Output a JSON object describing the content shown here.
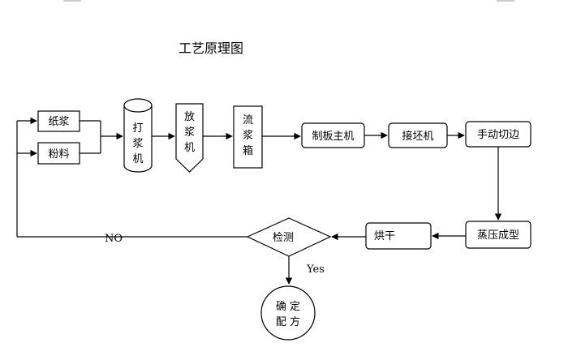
{
  "title": "工艺原理图",
  "nodes": {
    "paper_pulp": "纸浆",
    "powder": "粉料",
    "beater": "打浆机",
    "discharge": "放浆机",
    "flow_box": "流浆箱",
    "main_machine": "制板主机",
    "blank_receiver": "接坯机",
    "manual_trim": "手动切边",
    "steam_press": "蒸压成型",
    "dryer": "烘干",
    "inspect": "检测",
    "confirm_formula_1": "确 定",
    "confirm_formula_2": "配 方"
  },
  "edge_labels": {
    "no": "NO",
    "yes": "Yes"
  }
}
